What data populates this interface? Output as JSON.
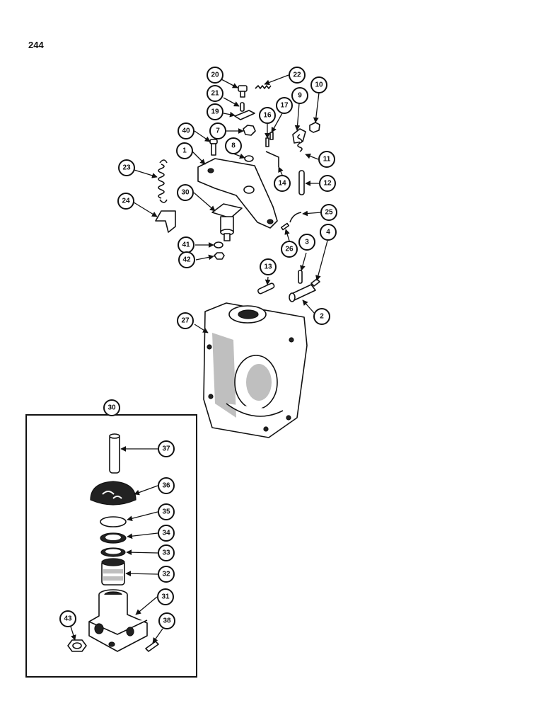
{
  "page_number": "244",
  "inset_callout": "30",
  "callouts": [
    "20",
    "22",
    "21",
    "10",
    "19",
    "16",
    "17",
    "9",
    "7",
    "40",
    "8",
    "1",
    "11",
    "23",
    "14",
    "12",
    "30",
    "24",
    "25",
    "41",
    "26",
    "3",
    "4",
    "42",
    "13",
    "2",
    "27",
    "37",
    "36",
    "35",
    "34",
    "33",
    "32",
    "31",
    "43",
    "38"
  ]
}
